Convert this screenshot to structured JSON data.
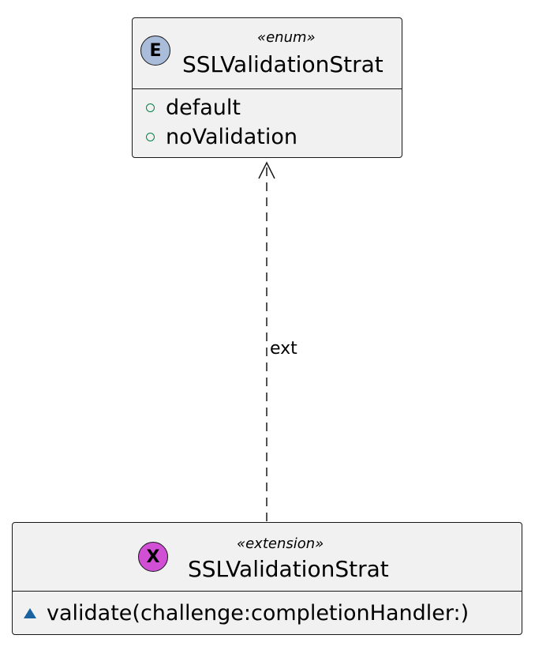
{
  "enum_class": {
    "badge_letter": "E",
    "badge_color": "#a9bcd9",
    "stereotype": "«enum»",
    "name": "SSLValidationStrat",
    "members": [
      {
        "visibility": "public",
        "label": "default"
      },
      {
        "visibility": "public",
        "label": "noValidation"
      }
    ]
  },
  "extension_class": {
    "badge_letter": "X",
    "badge_color": "#d14fd4",
    "stereotype": "«extension»",
    "name": "SSLValidationStrat",
    "members": [
      {
        "visibility": "package",
        "label": "validate(challenge:completionHandler:)"
      }
    ]
  },
  "relationship": {
    "label": "ext",
    "style": "dashed",
    "arrow": "open"
  },
  "colors": {
    "box_fill": "#f1f1f1",
    "box_border": "#181818",
    "public_marker": "#038048",
    "package_marker": "#1963a0"
  }
}
